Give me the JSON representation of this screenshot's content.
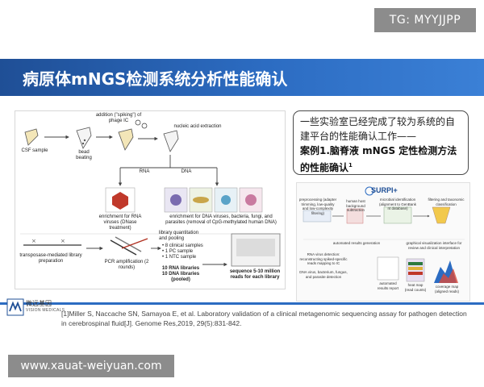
{
  "watermark_top": "TG: MYYJJPP",
  "title": "病原体mNGS检测系统分析性能确认",
  "figure": {
    "csf_sample": "CSF sample",
    "spiking": "addition (\"spiking\") of phage IC",
    "bead_beating": "bead beating",
    "nucleic_acid": "nucleic acid extraction",
    "rna": "RNA",
    "dna": "DNA",
    "enrich_rna": "enrichment for RNA viruses (DNase treatment)",
    "enrich_dna": "enrichment for DNA viruses, bacteria, fungi, and parasites (removal of CpG-methylated human DNA)",
    "transposase": "transposase-mediated library preparation",
    "pcr": "PCR amplification (2 rounds)",
    "library_quant": "library quantitation and pooling",
    "clinical": "• 8 clinical samples",
    "pc": "• 1 PC sample",
    "ntc": "• 1 NTC sample",
    "pooled": "10 RNA libraries 10 DNA libraries (pooled)",
    "sequence": "sequence 5-10 million reads for each library"
  },
  "callout": {
    "line1": "一些实验室已经完成了较为系统的自建平台的性能确认工作——",
    "line2": "案例1.脑脊液 mNGS 定性检测方法的性能确认",
    "sup": "1"
  },
  "surpi": {
    "logo": "SURPI+",
    "preprocessing": "preprocessing (adapter trimming, low-quality and low-complexity filtering)",
    "human_host": "human host background subtraction",
    "microbial": "microbial identification (alignment to GenBank nt database)",
    "filtering": "filtering and taxonomic classification",
    "auto_results": "automated results generation",
    "rna_detection": "RNA virus detection: reconstructing spiked-specific reads mapping to IC",
    "dna_detection": "DNA virus, bacterium, fungus, and parasite detection",
    "graphical": "graphical visualization interface for review and clinical interpretation",
    "automated_report": "automated results report",
    "heat_map": "heat map (read counts)",
    "coverage_map": "coverage map (aligned reads)"
  },
  "logo": {
    "cn": "微远基因",
    "en": "VISION MEDICALS"
  },
  "reference": "[1]Miller S, Naccache SN, Samayoa E, et al. Laboratory validation of a clinical metagenomic sequencing assay for pathogen detection in cerebrospinal fluid[J]. Genome Res,2019, 29(5):831-842.",
  "watermark_bottom": "www.xauat-weiyuan.com",
  "colors": {
    "title_bar": "#2c6cc2",
    "badge": "#8c8c8c",
    "rna_virus": "#c0392b"
  }
}
